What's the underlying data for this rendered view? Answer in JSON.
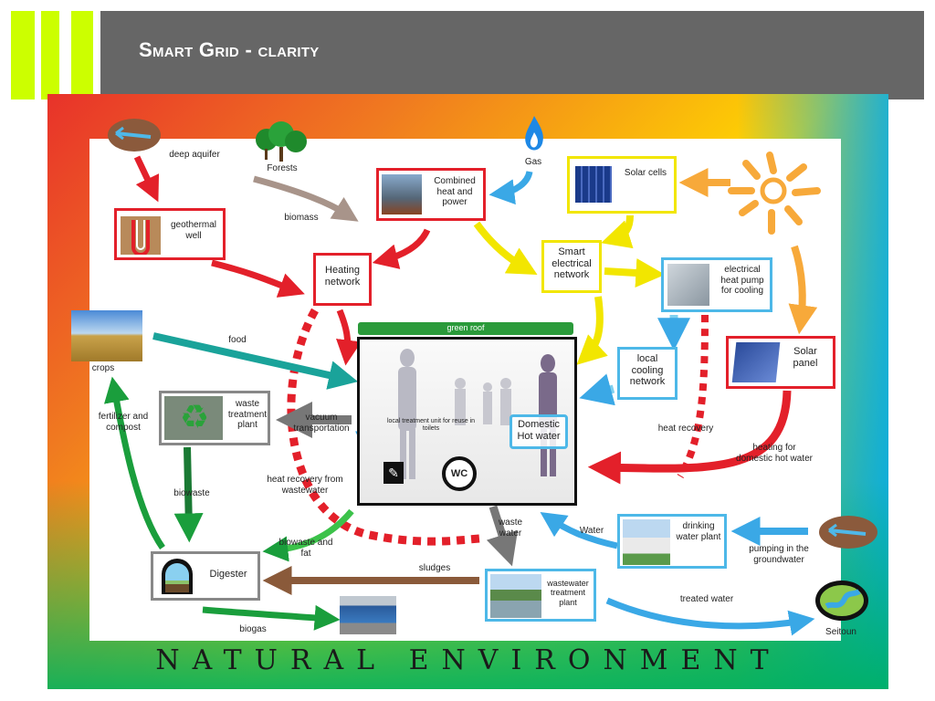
{
  "title": "Smart Grid - clarity",
  "footer": "NATURAL ENVIRONMENT",
  "nodes": {
    "deep_aquifer": "deep aquifer",
    "forests": "Forests",
    "gas": "Gas",
    "chp": "Combined heat and power",
    "solar_cells": "Solar cells",
    "geothermal": "geothermal well",
    "biomass": "biomass",
    "heating_network": "Heating network",
    "smart_network": "Smart electrical network",
    "heat_pump": "electrical heat pump for cooling",
    "crops": "crops",
    "food": "food",
    "green_roof": "green roof",
    "local_cooling": "local cooling network",
    "solar_panel": "Solar panel",
    "waste_plant": "waste treatment plant",
    "vacuum": "vacuum transportation",
    "local_unit": "local treatment unit for reuse in toilets",
    "domestic_hot": "Domestic Hot water",
    "wc": "WC",
    "heat_recovery": "heat recovery",
    "heating_dhw": "heating for domestic hot water",
    "fertilizer": "fertilizer and compost",
    "biowaste": "biowaste",
    "heat_recovery_ww": "heat recovery from wastewater",
    "waste_water": "waste water",
    "water": "Water",
    "drinking_plant": "drinking water plant",
    "pumping": "pumping in the groundwater",
    "biowaste_fat": "biowaste and fat",
    "digester": "Digester",
    "sludges": "sludges",
    "ww_plant": "wastewater treatment plant",
    "treated": "treated water",
    "seitoun": "Seitoun",
    "biogas": "biogas"
  },
  "colors": {
    "title_band": "#666666",
    "accent_bars": "#ccff00",
    "red": "#e3202a",
    "yellow": "#f2e600",
    "blue": "#4db8e8",
    "green": "#1a9e3c",
    "brown": "#8a5a3a",
    "teal": "#1aa39a",
    "orange": "#f7a93a"
  }
}
